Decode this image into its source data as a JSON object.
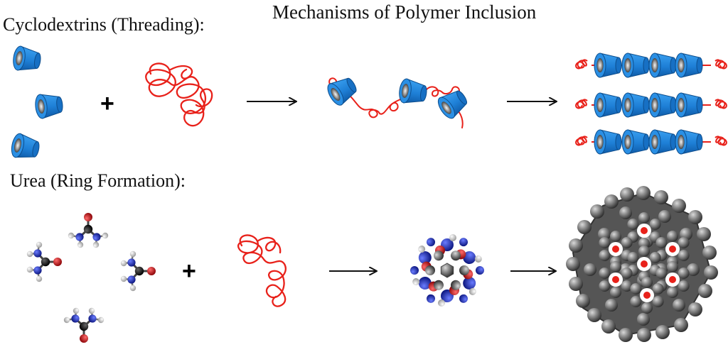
{
  "title": "Mechanisms of Polymer Inclusion",
  "sections": {
    "cyclodextrins": {
      "label": "Cyclodextrins (Threading):",
      "operator": "+"
    },
    "urea": {
      "label": "Urea (Ring Formation):",
      "operator": "+"
    }
  },
  "colors": {
    "cyclodextrin": "#1e7fd6",
    "cyclodextrin_dark": "#0d4d8c",
    "polymer": "#e8211a",
    "carbon": "#222222",
    "nitrogen": "#1d2fc4",
    "oxygen": "#d4141a",
    "hydrogen": "#e6e6e6",
    "lattice": "#5d5d5d",
    "arrow": "#111111"
  }
}
